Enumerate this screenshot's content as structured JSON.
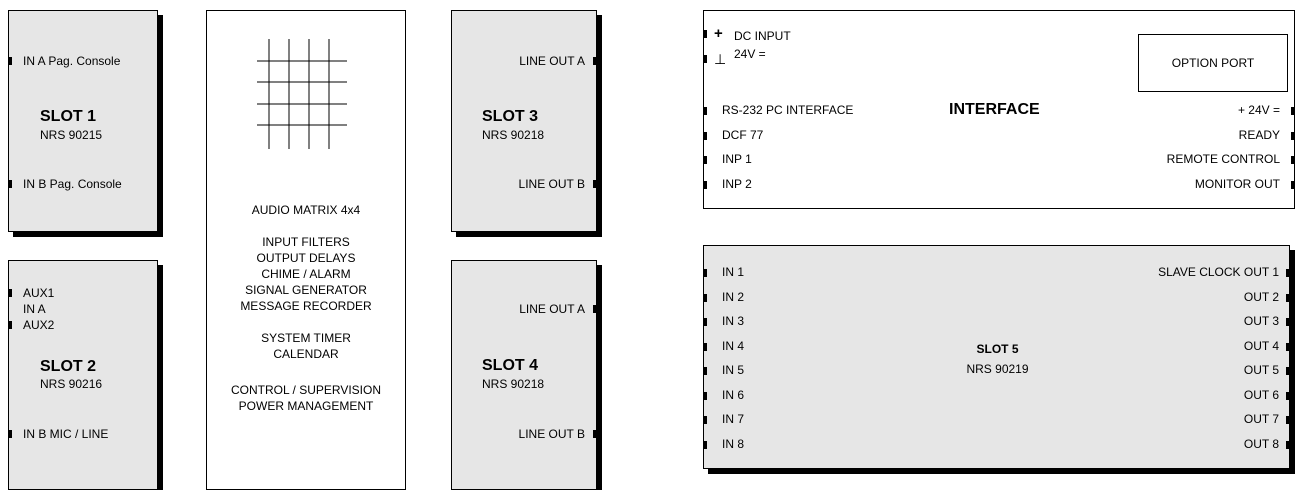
{
  "slot1": {
    "title": "SLOT 1",
    "model": "NRS 90215",
    "in_a": "IN A  Pag. Console",
    "in_b": "IN B  Pag. Console"
  },
  "slot2": {
    "title": "SLOT 2",
    "model": "NRS 90216",
    "aux1": "AUX1",
    "in_a": "IN A",
    "aux2": "AUX2",
    "in_b": "IN B  MIC / LINE"
  },
  "matrix": {
    "title": "AUDIO MATRIX 4x4",
    "features": [
      "INPUT FILTERS",
      "OUTPUT DELAYS",
      "CHIME / ALARM",
      "SIGNAL GENERATOR",
      "MESSAGE RECORDER"
    ],
    "timer": [
      "SYSTEM TIMER",
      "CALENDAR"
    ],
    "control": [
      "CONTROL / SUPERVISION",
      "POWER MANAGEMENT"
    ]
  },
  "slot3": {
    "title": "SLOT 3",
    "model": "NRS 90218",
    "out_a": "LINE  OUT A",
    "out_b": "LINE  OUT B"
  },
  "slot4": {
    "title": "SLOT 4",
    "model": "NRS 90218",
    "out_a": "LINE  OUT A",
    "out_b": "LINE  OUT B"
  },
  "interface": {
    "title": "INTERFACE",
    "dc_plus": "+",
    "dc_input": "DC INPUT",
    "dc_ground": "⊥",
    "dc_voltage": "24V =",
    "option_port": "OPTION  PORT",
    "left": [
      "RS-232 PC INTERFACE",
      "DCF 77",
      "INP 1",
      "INP 2"
    ],
    "right": [
      "+ 24V =",
      "READY",
      "REMOTE CONTROL",
      "MONITOR OUT"
    ]
  },
  "slot5": {
    "title": "SLOT 5",
    "model": "NRS 90219",
    "inputs": [
      "IN 1",
      "IN 2",
      "IN 3",
      "IN 4",
      "IN 5",
      "IN 6",
      "IN 7",
      "IN 8"
    ],
    "outputs": [
      "SLAVE CLOCK  OUT 1",
      "OUT 2",
      "OUT 3",
      "OUT 4",
      "OUT 5",
      "OUT 6",
      "OUT 7",
      "OUT 8"
    ]
  }
}
